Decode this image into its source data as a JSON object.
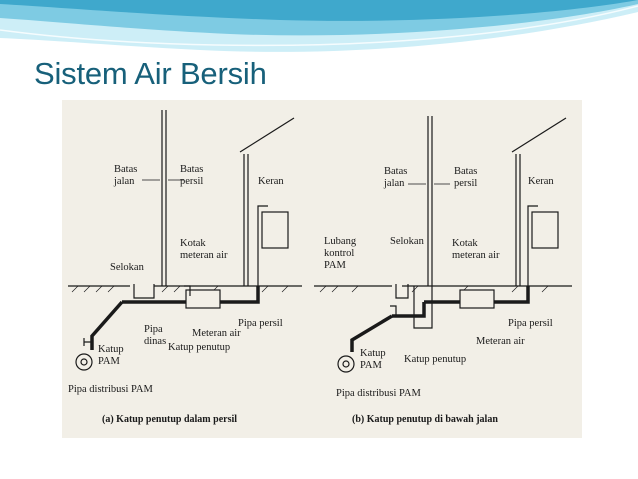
{
  "slide": {
    "title": "Sistem Air Bersih"
  },
  "colors": {
    "title": "#17607a",
    "wave_light": "#bfe6f2",
    "wave_dark": "#3fa8cc",
    "paper": "#f2efe7",
    "ink": "#1a1a1a"
  },
  "panel_a": {
    "batas_jalan": [
      "Batas",
      "jalan"
    ],
    "batas_persil": [
      "Batas",
      "persil"
    ],
    "keran": "Keran",
    "selokan": "Selokan",
    "kotak_meteran": [
      "Kotak",
      "meteran air"
    ],
    "pipa_dinas": [
      "Pipa",
      "dinas"
    ],
    "meteran_air": "Meteran air",
    "pipa_persil": "Pipa persil",
    "katup_pam": [
      "Katup",
      "PAM"
    ],
    "katup_penutup": "Katup penutup",
    "pipa_distribusi": "Pipa distribusi PAM",
    "caption": "(a)   Katup penutup dalam persil"
  },
  "panel_b": {
    "batas_jalan": [
      "Batas",
      "jalan"
    ],
    "batas_persil": [
      "Batas",
      "persil"
    ],
    "keran": "Keran",
    "lubang_kontrol": [
      "Lubang",
      "kontrol",
      "PAM"
    ],
    "selokan": "Selokan",
    "kotak_meteran": [
      "Kotak",
      "meteran air"
    ],
    "pipa_persil": "Pipa persil",
    "katup_pam": [
      "Katup",
      "PAM"
    ],
    "katup_penutup": "Katup penutup",
    "meteran_air": "Meteran air",
    "pipa_distribusi": "Pipa distribusi PAM",
    "caption": "(b)   Katup penutup di bawah jalan"
  }
}
